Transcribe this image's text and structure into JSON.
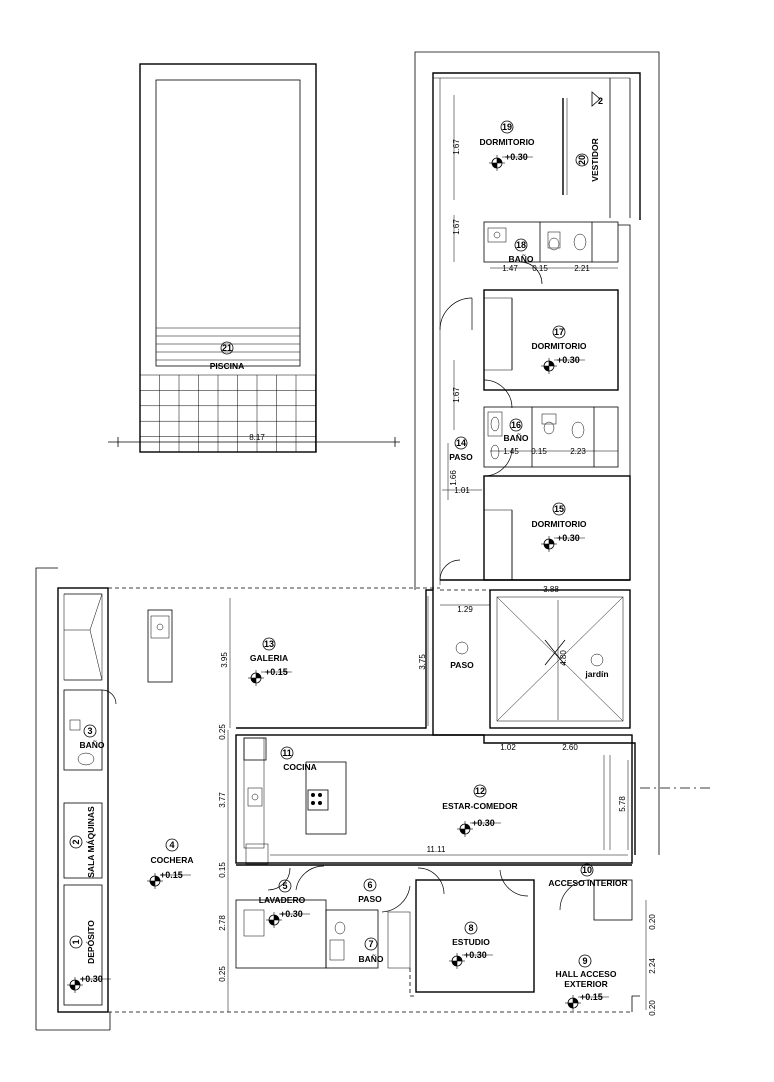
{
  "rooms": [
    {
      "num": "1",
      "name": "DEPÓSITO",
      "level": "+0.30"
    },
    {
      "num": "2",
      "name": "SALA MÁQUINAS"
    },
    {
      "num": "3",
      "name": "BAÑO"
    },
    {
      "num": "4",
      "name": "COCHERA",
      "level": "+0.15"
    },
    {
      "num": "5",
      "name": "LAVADERO",
      "level": "+0.30"
    },
    {
      "num": "6",
      "name": "PASO"
    },
    {
      "num": "7",
      "name": "BAÑO"
    },
    {
      "num": "8",
      "name": "ESTUDIO",
      "level": "+0.30"
    },
    {
      "num": "9",
      "name": "HALL ACCESO",
      "name2": "EXTERIOR",
      "level": "+0.15"
    },
    {
      "num": "10",
      "name": "ACCESO INTERIOR"
    },
    {
      "num": "11",
      "name": "COCINA"
    },
    {
      "num": "12",
      "name": "ESTAR-COMEDOR",
      "level": "+0.30"
    },
    {
      "num": "13",
      "name": "GALERIA",
      "level": "+0.15"
    },
    {
      "num": "14",
      "name": "PASO"
    },
    {
      "num": "15",
      "name": "DORMITORIO",
      "level": "+0.30"
    },
    {
      "num": "16",
      "name": "BAÑO"
    },
    {
      "num": "17",
      "name": "DORMITORIO",
      "level": "+0.30"
    },
    {
      "num": "18",
      "name": "BAÑO"
    },
    {
      "num": "19",
      "name": "DORMITORIO",
      "level": "+0.30"
    },
    {
      "num": "20",
      "name": "VESTIDOR"
    },
    {
      "num": "21",
      "name": "PISCINA"
    }
  ],
  "extra_labels": {
    "paso": "PASO",
    "jardin": "jardín",
    "marker": "2"
  },
  "dimensions": {
    "pool_width": "8.17",
    "d_1_67_a": "1.67",
    "d_1_67_b": "1.67",
    "d_1_67_c": "1.67",
    "d_1_66": "1.66",
    "d_1_01": "1.01",
    "d_1_47": "1.47",
    "d_0_15_a": "0.15",
    "d_2_21": "2.21",
    "d_1_45": "1.45",
    "d_0_15_b": "0.15",
    "d_2_23": "2.23",
    "d_3_88": "3.88",
    "d_1_29": "1.29",
    "d_4_80": "4.80",
    "d_1_02": "1.02",
    "d_2_60": "2.60",
    "d_3_95": "3.95",
    "d_3_75": "3.75",
    "d_0_25_a": "0.25",
    "d_3_77": "3.77",
    "d_0_15_c": "0.15",
    "d_2_78": "2.78",
    "d_0_25_b": "0.25",
    "d_11_11": "11.11",
    "d_5_78": "5.78",
    "d_0_20_a": "0.20",
    "d_2_24": "2.24",
    "d_0_20_b": "0.20"
  }
}
